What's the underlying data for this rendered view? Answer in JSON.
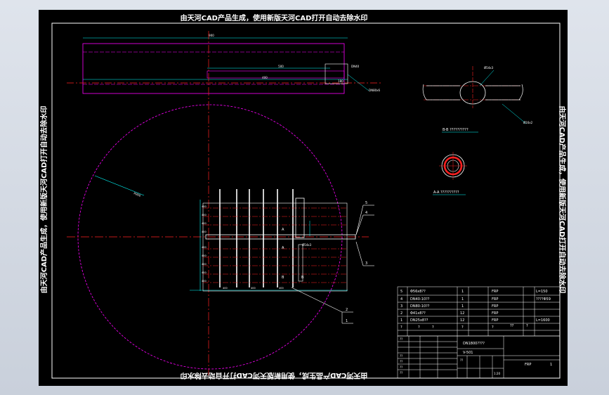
{
  "watermark": {
    "top": "由天河CAD产品生成，使用新版天河CAD打开自动去除水印",
    "bottom": "由天河CAD产品生成，使用新版天河CAD打开自动去除水印",
    "left": "由天河CAD产品生成，使用新版天河CAD打开自动去除水印",
    "right": "由天河CAD产品生成，使用新版天河CAD打开自动去除水印"
  },
  "dimensions": {
    "top_overall": "900",
    "pipe_mid": "500",
    "pipe_short": "400",
    "pipe_end": "180",
    "pipe_note": "DN40",
    "pipe_callout": "DN80x6",
    "radius": "R900",
    "circle_label": "Ø16",
    "rows": [
      "400",
      "400",
      "400",
      "400",
      "400",
      "400",
      "400",
      "400",
      "400",
      "400",
      "400",
      "400"
    ]
  },
  "labels": {
    "section_b": "B-B ??????????",
    "section_a": "A-A ??????????",
    "tag5": "5",
    "tag4": "4",
    "tag3": "3",
    "tag2": "2",
    "tag1": "1",
    "mark_a_top": "A",
    "mark_a_bot": "A",
    "mark_b_left": "B",
    "mark_b_right": "B",
    "detail_dim": "Ø16x2",
    "pipe_dim": "Ø54x3"
  },
  "bom": {
    "rows": [
      {
        "no": "5",
        "spec": "Φ56x8??",
        "qty": "1",
        "mat": "FRP",
        "note": "L=150"
      },
      {
        "no": "4",
        "spec": "DN40-10??",
        "qty": "1",
        "mat": "FRP",
        "note": "????Φ59"
      },
      {
        "no": "3",
        "spec": "DN80-10??",
        "qty": "1",
        "mat": "FRP",
        "note": ""
      },
      {
        "no": "2",
        "spec": "Φ41x8??",
        "qty": "12",
        "mat": "FRP",
        "note": ""
      },
      {
        "no": "1",
        "spec": "DN25x8??",
        "qty": "12",
        "mat": "FRP",
        "note": "L=1600"
      }
    ],
    "header": {
      "no": "?",
      "spec": "?",
      "qty": "?",
      "mat": "?",
      "note": "?",
      "extra1": "??",
      "extra2": "?"
    }
  },
  "titleblock": {
    "name": "DN1800????",
    "drawing_no": "V-501",
    "material": "FRP",
    "sheet": "1",
    "scale": "1:20",
    "label_designer": "??",
    "label_check": "??",
    "label_approve": "??",
    "label_date": "??",
    "label_process": "??",
    "label_std": "??"
  },
  "colors": {
    "background": "#000000",
    "frame": "#ffffff",
    "centerline": "#ff2020",
    "circle": "#ff00ff",
    "dim": "#00ffff",
    "ui": "#dfe4ec"
  }
}
